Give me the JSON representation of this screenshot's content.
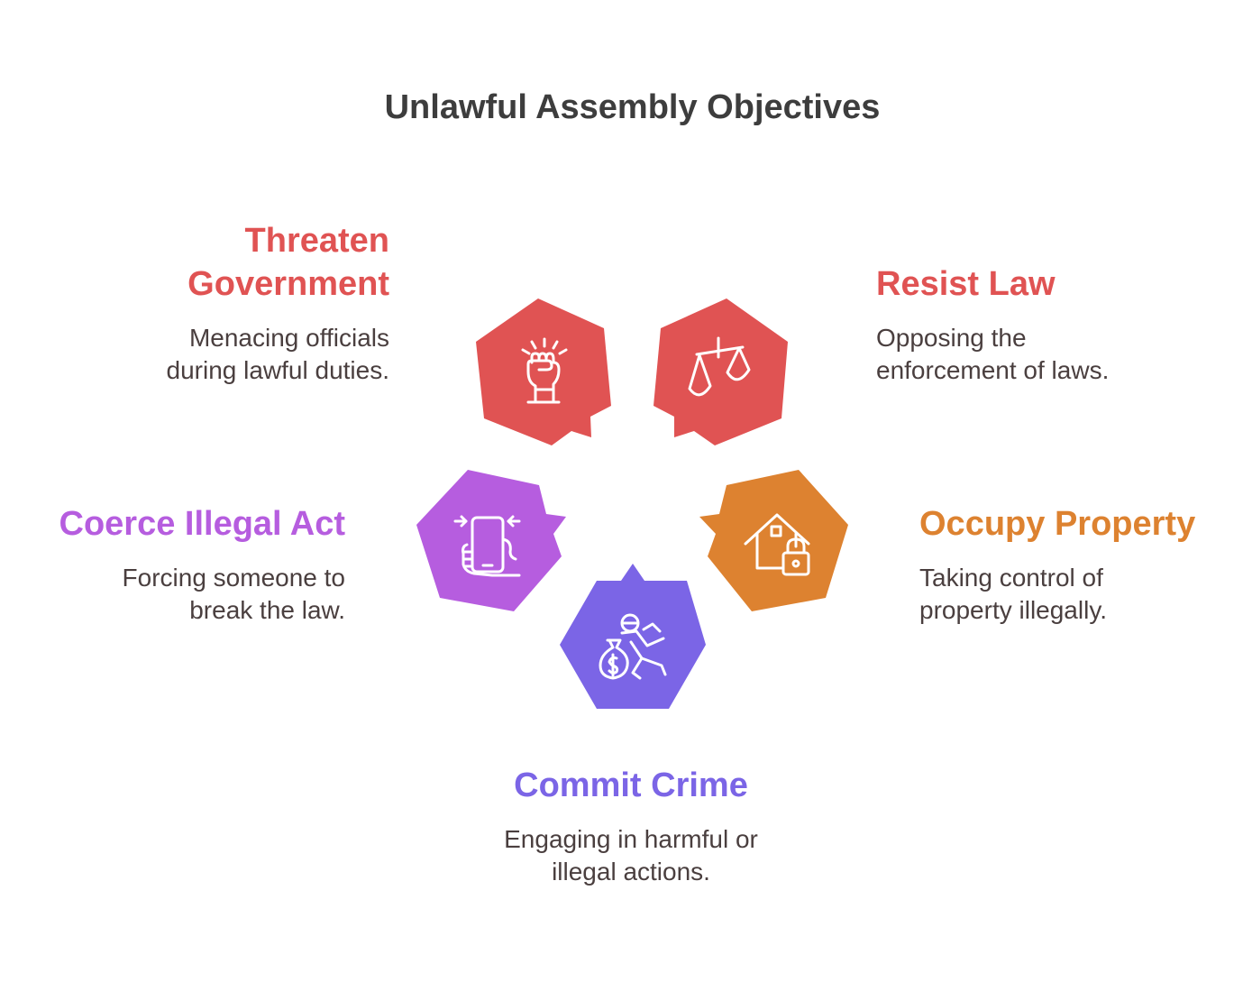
{
  "title": "Unlawful Assembly Objectives",
  "colors": {
    "threaten": "#e05353",
    "resist": "#e05353",
    "coerce": "#b65ddf",
    "occupy": "#dd8230",
    "crime": "#7b65e6",
    "description": "#4a3f3f",
    "title": "#3d3d3d"
  },
  "items": {
    "threaten": {
      "heading_line1": "Threaten",
      "heading_line2": "Government",
      "desc_line1": "Menacing officials",
      "desc_line2": "during lawful duties.",
      "icon": "raised-fist-icon"
    },
    "resist": {
      "heading": "Resist Law",
      "desc_line1": "Opposing the",
      "desc_line2": "enforcement of laws.",
      "icon": "scales-icon"
    },
    "coerce": {
      "heading": "Coerce Illegal Act",
      "desc_line1": "Forcing someone to",
      "desc_line2": "break the law.",
      "icon": "hand-phone-icon"
    },
    "occupy": {
      "heading": "Occupy Property",
      "desc_line1": "Taking control of",
      "desc_line2": "property illegally.",
      "icon": "house-lock-icon"
    },
    "crime": {
      "heading": "Commit Crime",
      "desc_line1": "Engaging in harmful or",
      "desc_line2": "illegal actions.",
      "icon": "robber-money-icon"
    }
  }
}
